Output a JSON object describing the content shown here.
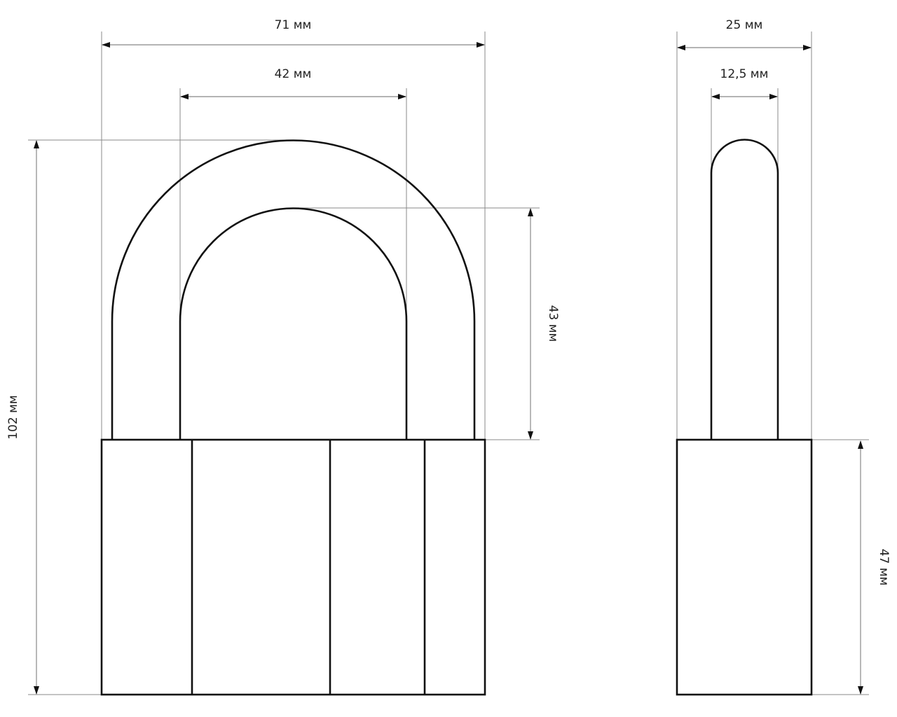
{
  "front_view": {
    "dimensions": {
      "overall_width": "71 мм",
      "shackle_inner_width": "42 мм",
      "overall_height": "102 мм",
      "shackle_clearance": "43 мм"
    }
  },
  "side_view": {
    "dimensions": {
      "body_thickness": "25 мм",
      "shackle_diameter": "12,5 мм",
      "body_height": "47 мм"
    }
  },
  "colors": {
    "outline": "#111111",
    "dimension_lines": "#888888"
  }
}
